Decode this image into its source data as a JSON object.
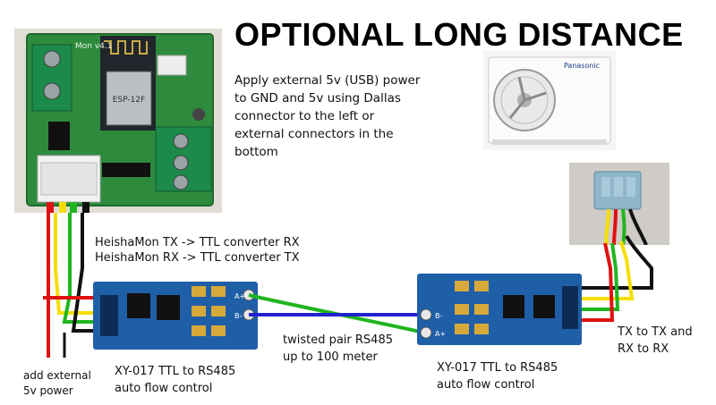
{
  "title": "OPTIONAL LONG DISTANCE",
  "instructions": [
    "Apply external 5v (USB) power",
    "to GND and 5v using Dallas",
    "connector to the left or",
    "external connectors in the",
    "bottom"
  ],
  "mapping": {
    "tx": "HeishaMon TX -> TTL converter RX",
    "rx": "HeishaMon RX -> TTL converter TX"
  },
  "power_note": [
    "add external",
    "5v power"
  ],
  "left_converter": [
    "XY-017 TTL to RS485",
    "auto flow control"
  ],
  "twisted_pair": [
    "twisted pair RS485",
    "up to 100 meter"
  ],
  "right_converter": [
    "XY-017 TTL to RS485",
    "auto flow control"
  ],
  "tx_rx_note": [
    "TX to TX and",
    "RX to RX"
  ],
  "board_silkscreen": {
    "heishamon_version": "Mon v4.1",
    "module": "ESP-12F",
    "converter_a": "A+",
    "converter_b": "B-",
    "panasonic": "Panasonic"
  },
  "colors": {
    "wire_red": "#e01010",
    "wire_yellow": "#f5dd00",
    "wire_green": "#1fb51f",
    "wire_black": "#111111",
    "rs485_blue": "#2222cc",
    "pcb_green": "#2e8b3e",
    "pcb_blue": "#1f5fa8"
  }
}
